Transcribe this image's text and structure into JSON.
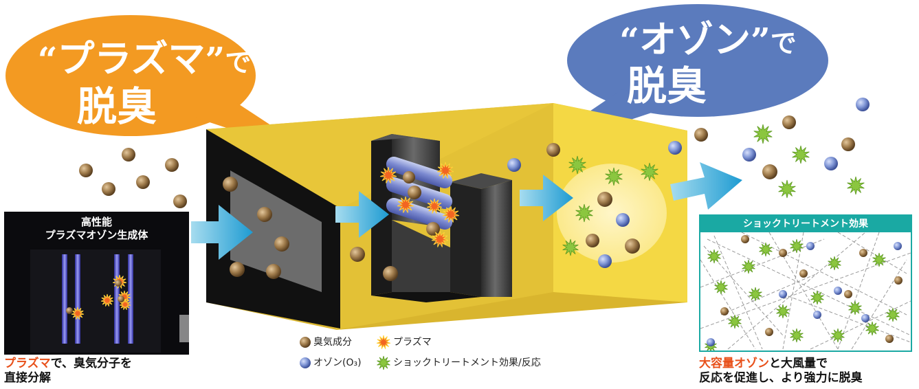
{
  "bubbles": {
    "plasma": {
      "open_quote": "“",
      "name": "プラズマ",
      "close_quote": "”",
      "particle": "で",
      "action": "脱臭",
      "color": "#f39a22"
    },
    "ozone": {
      "open_quote": "“",
      "name": "オゾン",
      "close_quote": "”",
      "particle": "で",
      "action": "脱臭",
      "color": "#5b7bbd"
    }
  },
  "photo": {
    "title_line1": "高性能",
    "title_line2": "プラズマオゾン生成体"
  },
  "captions": {
    "left_highlight": "プラズマ",
    "left_rest": "で、臭気分子を",
    "left_line2": "直接分解",
    "right_highlight": "大容量オゾン",
    "right_rest": "と大風量で",
    "right_line2": "反応を促進し、より強力に脱臭"
  },
  "shock_panel": {
    "title": "ショックトリートメント効果"
  },
  "legend": {
    "odor": "臭気成分",
    "plasma": "プラズマ",
    "ozone": "オゾン(O₃)",
    "shock": "ショックトリートメント効果/反応"
  },
  "colors": {
    "odor_particle": "#9c7a4c",
    "ozone_particle": "#8096d6",
    "shock_star": "#8bc63f",
    "plasma_star": "#f26522",
    "arrow": "#3ab0e0",
    "housing_yellow": "#efcf3f",
    "housing_black": "#1c1c1c",
    "accent_teal": "#1aa9a3"
  }
}
